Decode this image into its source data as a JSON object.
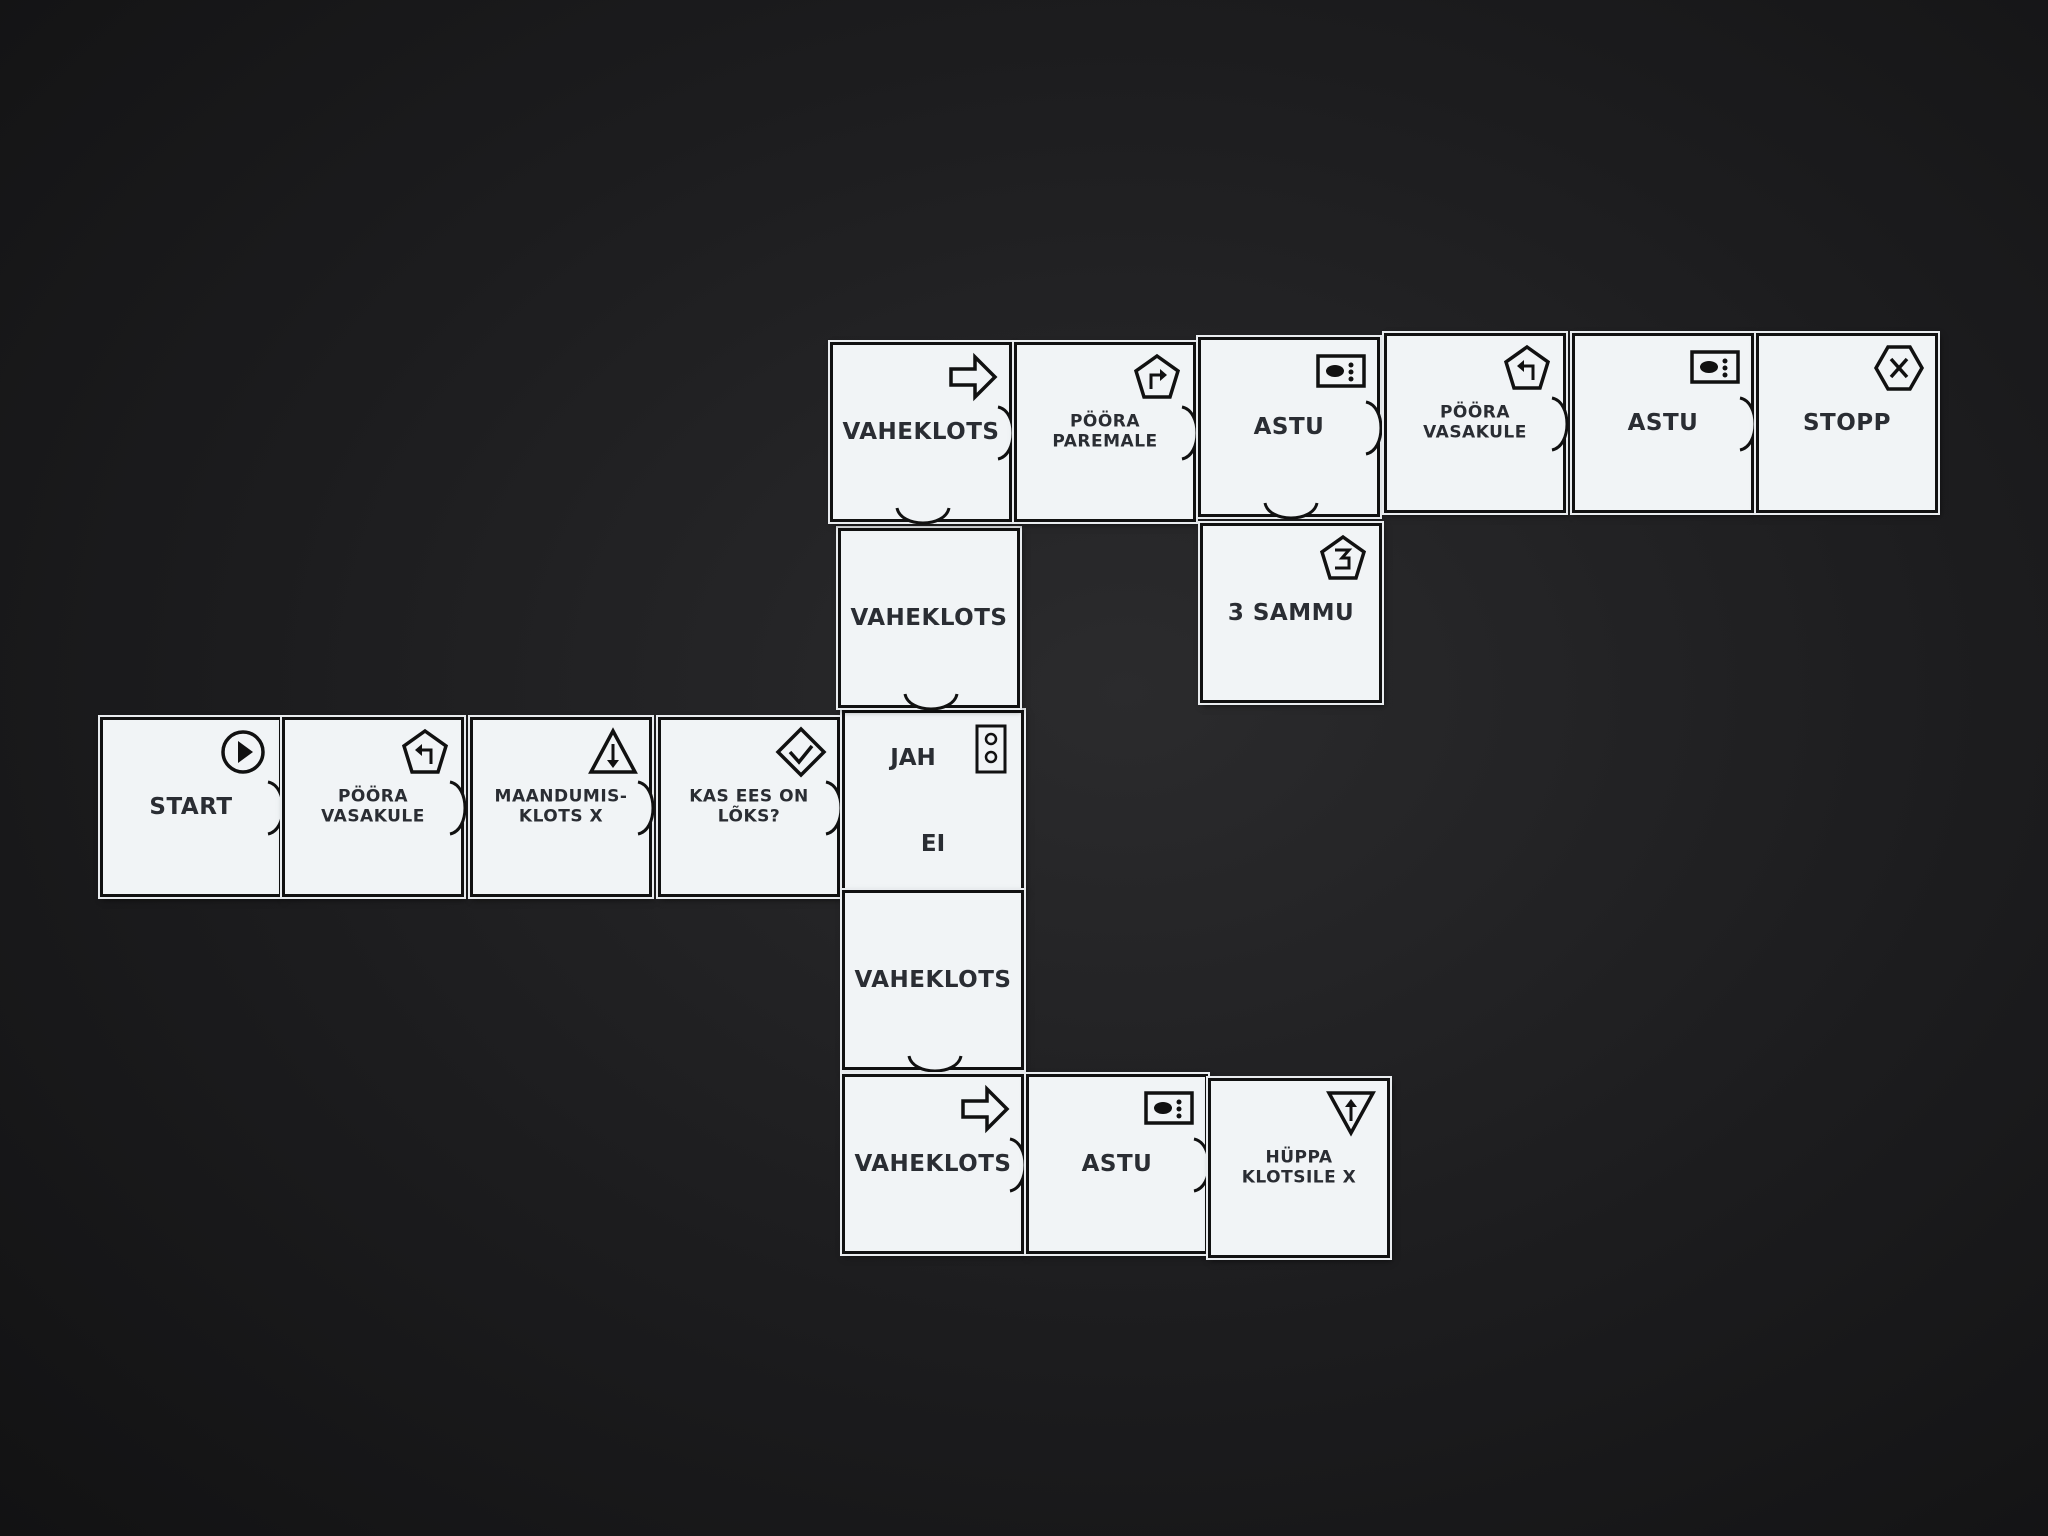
{
  "tiles": {
    "start": {
      "label": "START",
      "icon": "play-circle-icon"
    },
    "turn_left_1": {
      "label": "PÖÖRA VASAKULE",
      "icon": "pentagon-turn-left-icon"
    },
    "landing_block": {
      "label": "MAANDUMIS- KLOTS X",
      "icon": "triangle-down-arrow-icon"
    },
    "trap_question": {
      "label": "KAS EES ON LÕKS?",
      "icon": "diamond-check-icon"
    },
    "branch": {
      "yes": "JAH",
      "no": "EI",
      "icon": "branch-icon"
    },
    "spacer_up_1": {
      "label": "VAHEKLOTS"
    },
    "spacer_top": {
      "label": "VAHEKLOTS",
      "icon": "arrow-right-icon"
    },
    "turn_right": {
      "label": "PÖÖRA PAREMALE",
      "icon": "pentagon-turn-right-icon"
    },
    "step_1": {
      "label": "ASTU",
      "icon": "step-icon"
    },
    "turn_left_2": {
      "label": "PÖÖRA VASAKULE",
      "icon": "pentagon-turn-left-icon"
    },
    "step_2": {
      "label": "ASTU",
      "icon": "step-icon"
    },
    "stop": {
      "label": "STOPP",
      "icon": "hexagon-x-icon"
    },
    "three_steps": {
      "label": "3 SAMMU",
      "icon": "pentagon-3-icon"
    },
    "spacer_down_1": {
      "label": "VAHEKLOTS"
    },
    "spacer_bottom": {
      "label": "VAHEKLOTS",
      "icon": "arrow-right-icon"
    },
    "step_3": {
      "label": "ASTU",
      "icon": "step-icon"
    },
    "jump": {
      "label": "HÜPPA KLOTSILE X",
      "icon": "triangle-up-arrow-icon"
    }
  },
  "colors": {
    "background": "#1c1c1e",
    "tile": "#f1f4f6",
    "ink": "#111111"
  }
}
